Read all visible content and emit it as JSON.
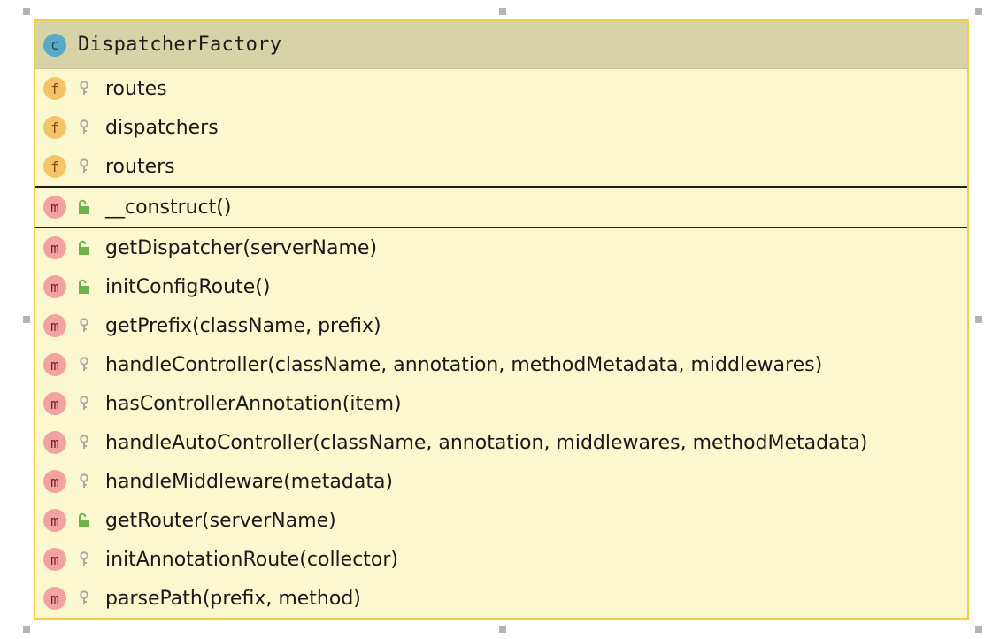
{
  "diagram": {
    "class": {
      "icon": "class-icon",
      "badge_letter": "c",
      "name": "DispatcherFactory"
    },
    "fields": [
      {
        "badge_letter": "f",
        "visibility": "private",
        "name": "routes"
      },
      {
        "badge_letter": "f",
        "visibility": "private",
        "name": "dispatchers"
      },
      {
        "badge_letter": "f",
        "visibility": "private",
        "name": "routers"
      }
    ],
    "constructors": [
      {
        "badge_letter": "m",
        "visibility": "public",
        "name": "__construct()"
      }
    ],
    "methods": [
      {
        "badge_letter": "m",
        "visibility": "public",
        "name": "getDispatcher(serverName)"
      },
      {
        "badge_letter": "m",
        "visibility": "public",
        "name": "initConfigRoute()"
      },
      {
        "badge_letter": "m",
        "visibility": "private",
        "name": "getPrefix(className, prefix)"
      },
      {
        "badge_letter": "m",
        "visibility": "private",
        "name": "handleController(className, annotation, methodMetadata, middlewares)"
      },
      {
        "badge_letter": "m",
        "visibility": "private",
        "name": "hasControllerAnnotation(item)"
      },
      {
        "badge_letter": "m",
        "visibility": "private",
        "name": "handleAutoController(className, annotation, middlewares, methodMetadata)"
      },
      {
        "badge_letter": "m",
        "visibility": "private",
        "name": "handleMiddleware(metadata)"
      },
      {
        "badge_letter": "m",
        "visibility": "public",
        "name": "getRouter(serverName)"
      },
      {
        "badge_letter": "m",
        "visibility": "private",
        "name": "initAnnotationRoute(collector)"
      },
      {
        "badge_letter": "m",
        "visibility": "private",
        "name": "parsePath(prefix, method)"
      }
    ],
    "colors": {
      "border": "#f2cd3e",
      "body": "#fbf8cf",
      "header": "#d5d3a7",
      "public_lock": "#6bb34a",
      "private_key": "#a9a9a9"
    }
  }
}
